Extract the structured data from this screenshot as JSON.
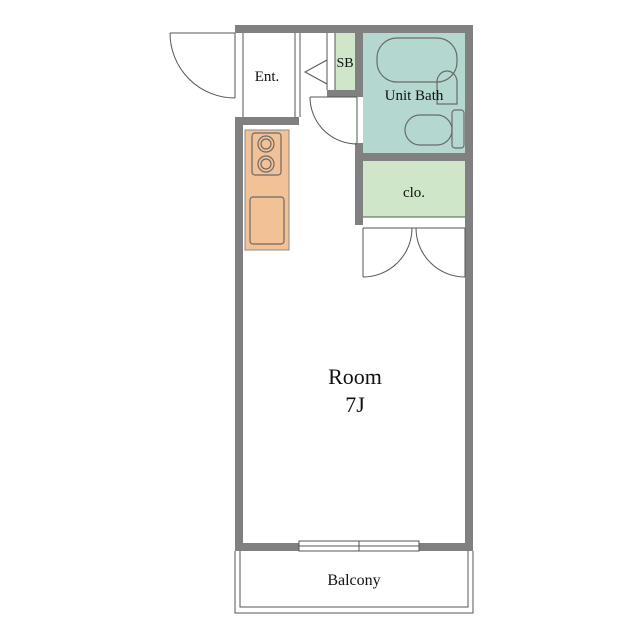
{
  "labels": {
    "entrance": "Ent.",
    "shoe_box": "SB",
    "unit_bath": "Unit Bath",
    "closet": "clo.",
    "room_name": "Room",
    "room_size": "7J",
    "balcony": "Balcony"
  },
  "colors": {
    "wall": "#808080",
    "unit_bath": "#b4d8cf",
    "closet": "#d0e6c8",
    "shoe_box": "#d0e6c8",
    "kitchen": "#f2c196"
  }
}
